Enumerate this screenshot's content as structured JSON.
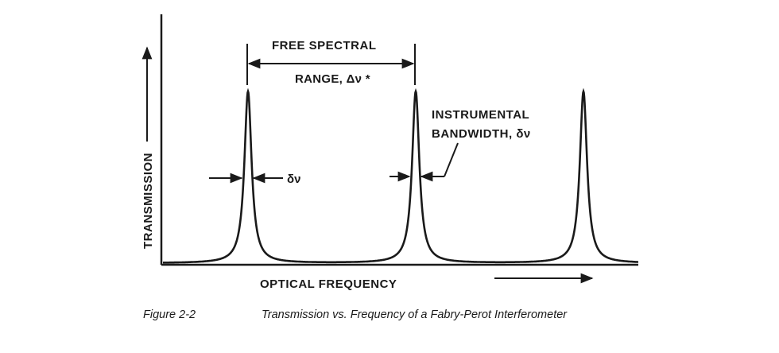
{
  "diagram": {
    "peak_frequencies": [
      1,
      2,
      3
    ],
    "axes": {
      "y_label": "TRANSMISSION",
      "x_label": "OPTICAL FREQUENCY"
    },
    "annotations": {
      "fsr_line1": "FREE SPECTRAL",
      "fsr_line2": "RANGE, Δν *",
      "instr_line1": "INSTRUMENTAL",
      "instr_line2": "BANDWIDTH, δν",
      "delta_nu_left": "δν"
    }
  },
  "caption": {
    "figure_number": "Figure 2-2",
    "text": "Transmission vs. Frequency of a Fabry-Perot Interferometer"
  }
}
